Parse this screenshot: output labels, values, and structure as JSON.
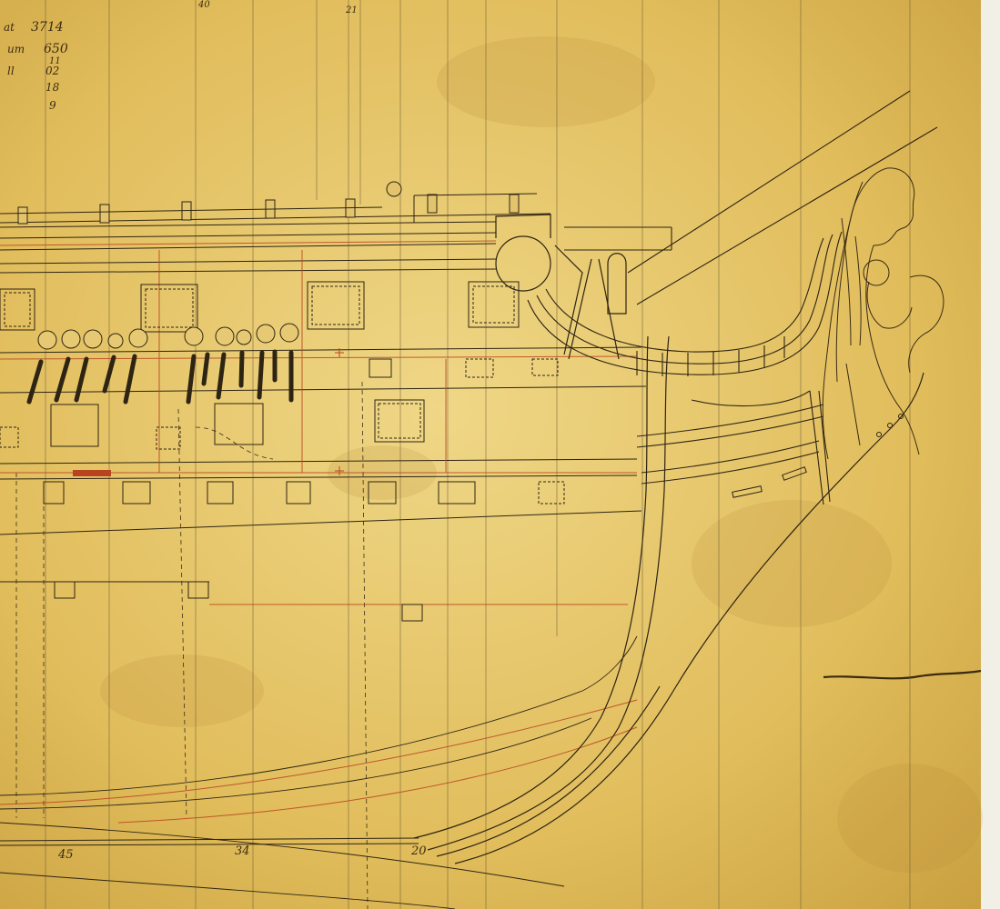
{
  "drawing": {
    "colors": {
      "paper_light": "#edd27c",
      "paper_mid": "#d9b24e",
      "paper_dark": "#c39a3c",
      "ink": "#2e2413",
      "red_ink": "#b8441f",
      "strip": "#f2f0e6"
    },
    "margin_notes": [
      {
        "text": "at",
        "value": "3714"
      },
      {
        "text": "um",
        "value": "650"
      },
      {
        "text": "",
        "value": "11"
      },
      {
        "text": "ll",
        "value": "02"
      },
      {
        "text": "",
        "value": "18"
      },
      {
        "text": "",
        "value": "9"
      }
    ],
    "top_marks": [
      "40",
      "21"
    ],
    "station_numbers": [
      "45",
      "34",
      "20"
    ]
  }
}
